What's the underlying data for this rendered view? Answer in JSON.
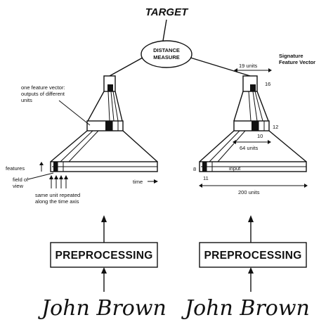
{
  "title": "TARGET",
  "distance_measure": [
    "DISTANCE",
    "MEASURE"
  ],
  "left": {
    "feature_vector_note": [
      "one feature vector:",
      "outputs of different",
      "units"
    ],
    "features_label": "features",
    "field_of_view": [
      "field of",
      "view"
    ],
    "same_unit": [
      "same unit repeated",
      "along the time axis"
    ],
    "time_label": "time",
    "preprocessing": "PREPROCESSING",
    "signature": "John Brown"
  },
  "right": {
    "signature_fv": [
      "Signature",
      "Feature Vector"
    ],
    "units_19": "19 units",
    "n16": "16",
    "n12": "12",
    "n10": "10",
    "units_64": "64 units",
    "n8": "8",
    "input_label": "input",
    "n11": "11",
    "units_200": "200 units",
    "preprocessing": "PREPROCESSING",
    "signature": "John Brown"
  }
}
